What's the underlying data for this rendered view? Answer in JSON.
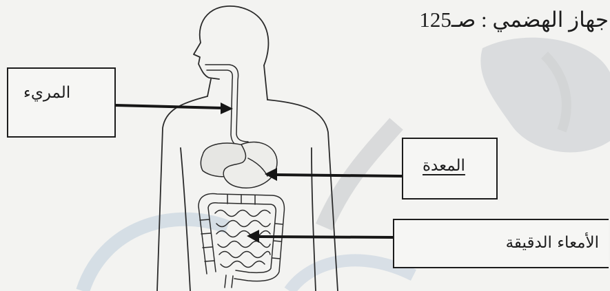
{
  "header": {
    "title": "جهاز الهضمي : صـ125"
  },
  "labels": {
    "esophagus": "المريء",
    "stomach": "المعدة",
    "small_intestine": "الأمعاء الدقيقة"
  },
  "colors": {
    "ink": "#1c1c1c",
    "paper": "#f3f3f1",
    "watermark": "#bcc3cc"
  }
}
